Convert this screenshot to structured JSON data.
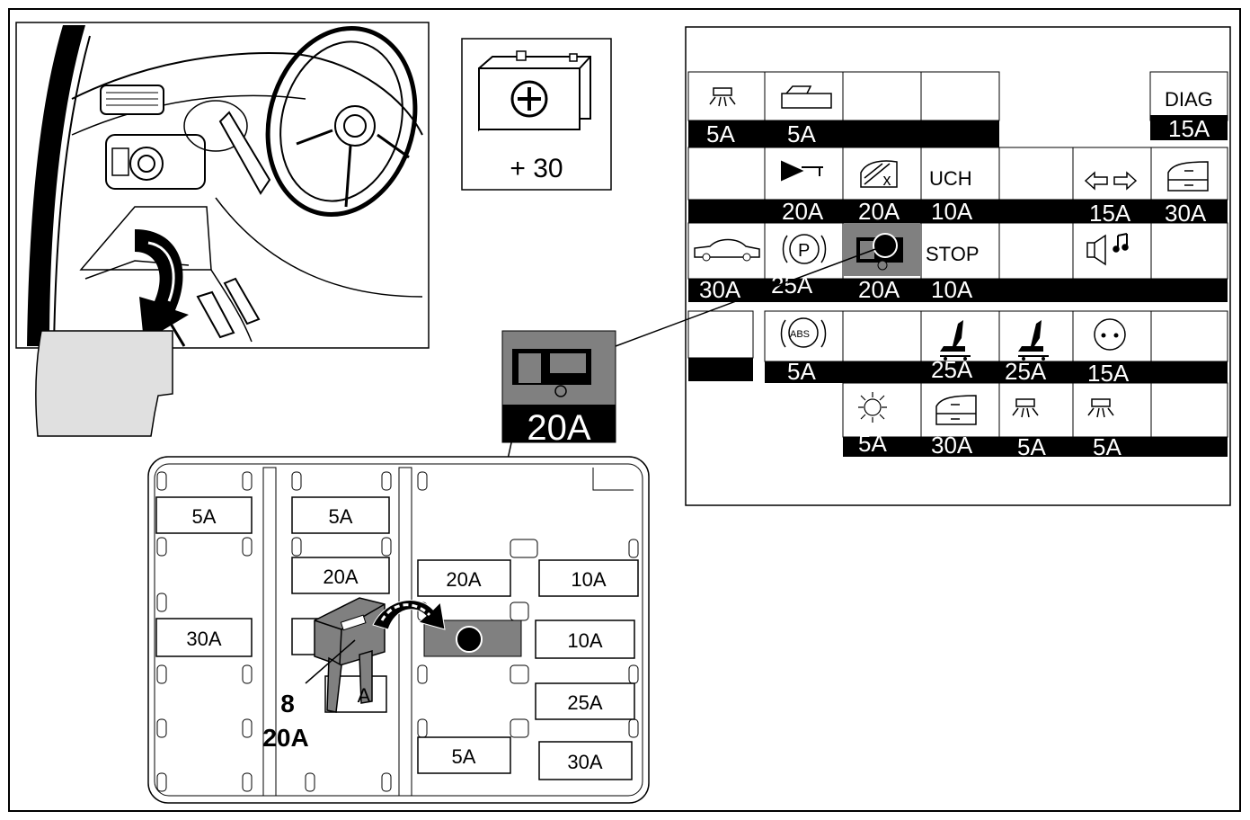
{
  "battery": {
    "label": "+ 30"
  },
  "callout": {
    "rating": "20A"
  },
  "insert_fuse": {
    "number": "8",
    "rating": "20A"
  },
  "fuse_table": {
    "rows": [
      [
        "5A",
        "5A",
        "",
        "",
        "",
        "",
        "DIAG 15A"
      ],
      [
        "",
        "20A",
        "20A",
        "UCH 10A",
        "",
        "15A",
        "30A"
      ],
      [
        "30A",
        "25A",
        "20A",
        "STOP 10A",
        "",
        "",
        ""
      ],
      [
        "",
        "5A",
        "",
        "25A",
        "25A",
        "15A",
        ""
      ],
      [
        "",
        "",
        "5A",
        "30A",
        "5A",
        "5A",
        ""
      ]
    ],
    "texts": {
      "diag": "DIAG",
      "uch": "UCH",
      "stop": "STOP",
      "abs": "ABS",
      "p": "P",
      "r1c1": "5A",
      "r1c2": "5A",
      "r1c7": "15A",
      "r2c2": "20A",
      "r2c3": "20A",
      "r2c4": "10A",
      "r2c6": "15A",
      "r2c7": "30A",
      "r3c1": "30A",
      "r3c2": "25A",
      "r3c3": "20A",
      "r3c4": "10A",
      "r4c2": "5A",
      "r4c4": "25A",
      "r4c5": "25A",
      "r4c6": "15A",
      "r5c3": "5A",
      "r5c4": "30A",
      "r5c5": "5A",
      "r5c6": "5A"
    }
  },
  "fuse_panel": {
    "labels": [
      "5A",
      "5A",
      "20A",
      "20A",
      "10A",
      "30A",
      "10A",
      "A",
      "25A",
      "5A",
      "30A"
    ]
  }
}
